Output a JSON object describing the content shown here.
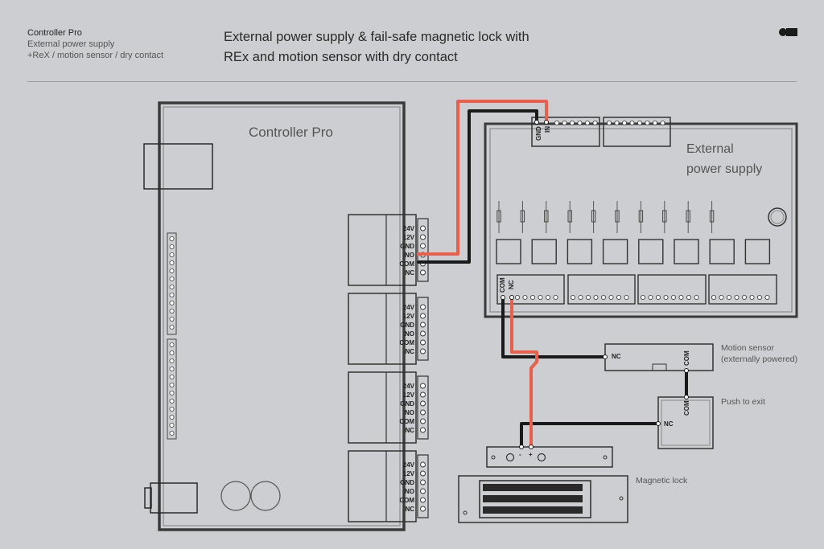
{
  "header": {
    "product": "Controller Pro",
    "subtitle1": "External power supply",
    "subtitle2": "+ReX / motion sensor / dry contact",
    "title_line1": "External power supply & fail-safe magnetic lock  with",
    "title_line2": "REx and motion sensor with dry contact"
  },
  "controller": {
    "label": "Controller Pro",
    "relay_pins": [
      "24V",
      "12V",
      "GND",
      "NO",
      "COM",
      "NC"
    ]
  },
  "power_supply": {
    "label_line1": "External",
    "label_line2": "power supply",
    "input_pins": [
      "GND",
      "IN"
    ],
    "output_pins": [
      "COM",
      "NC"
    ]
  },
  "motion_sensor": {
    "label_line1": "Motion sensor",
    "label_line2": "(externally powered)",
    "pin_nc": "NC",
    "pin_com": "COM"
  },
  "push_to_exit": {
    "label": "Push to exit",
    "pin_nc": "NC",
    "pin_com": "COM"
  },
  "magnetic_lock": {
    "label": "Magnetic lock",
    "pin_minus": "-",
    "pin_plus": "+"
  },
  "colors": {
    "background": "#cdced1",
    "wire_red": "#e8604c",
    "wire_black": "#1a1a1a",
    "outline": "#3a3a3a"
  }
}
